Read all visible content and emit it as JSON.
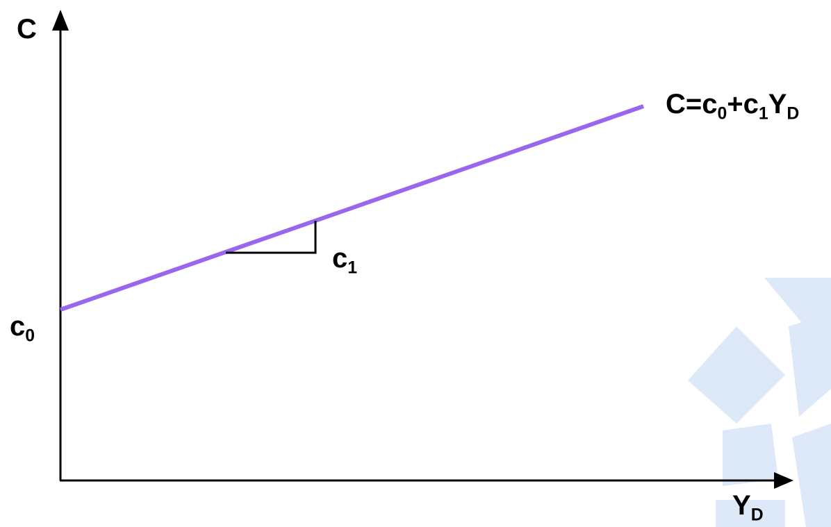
{
  "diagram": {
    "y_axis_label": "C",
    "x_axis_label": {
      "main": "Y",
      "sub": "D"
    },
    "intercept_label": {
      "main": "c",
      "sub": "0"
    },
    "slope_label": {
      "main": "c",
      "sub": "1"
    },
    "equation": {
      "p1": "C=c",
      "s1": "0",
      "p2": "+c",
      "s2": "1",
      "p3": "Y",
      "s3": "D"
    },
    "line_color": "#9966ee",
    "axis_color": "#000000",
    "watermark_color": "#dde8f8"
  }
}
